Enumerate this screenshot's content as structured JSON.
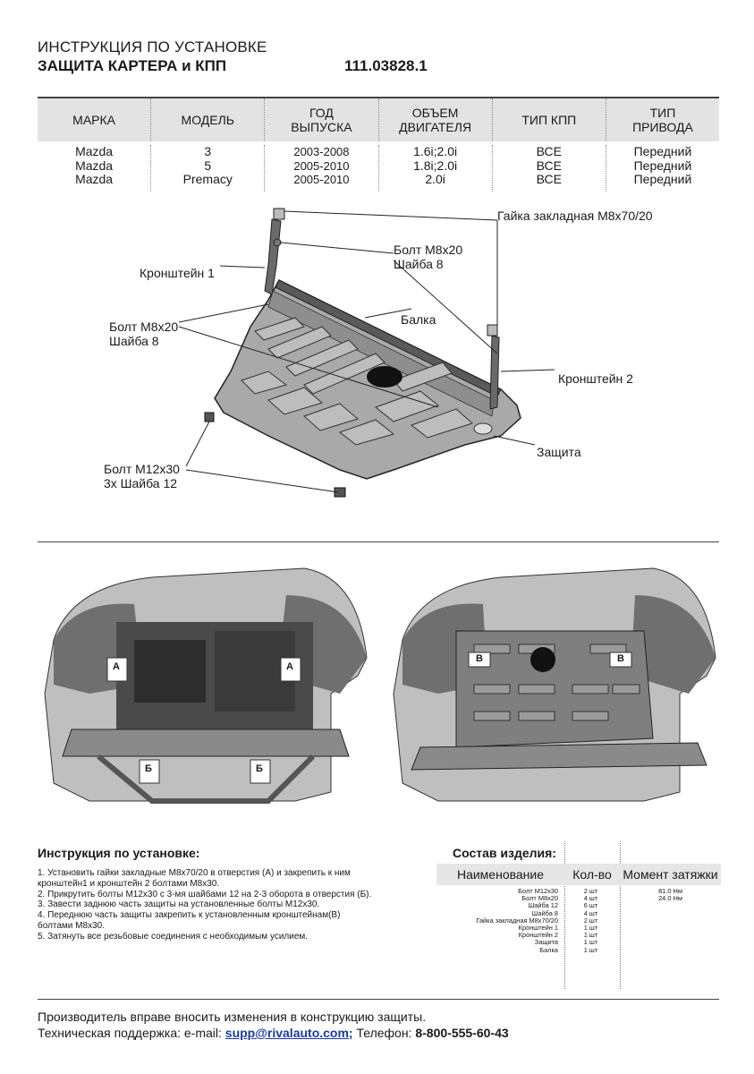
{
  "header": {
    "line1": "ИНСТРУКЦИЯ ПО УСТАНОВКЕ",
    "line2": "ЗАЩИТА КАРТЕРА и КПП",
    "part_number": "111.03828.1"
  },
  "spec_table": {
    "headers": [
      "МАРКА",
      "МОДЕЛЬ",
      "ГОД ВЫПУСКА",
      "ОБЪЕМ ДВИГАТЕЛЯ",
      "ТИП КПП",
      "ТИП ПРИВОДА"
    ],
    "headers_l1": [
      "МАРКА",
      "МОДЕЛЬ",
      "ГОД",
      "ОБЪЕМ",
      "ТИП КПП",
      "ТИП"
    ],
    "headers_l2": [
      "",
      "",
      "ВЫПУСКА",
      "ДВИГАТЕЛЯ",
      "",
      "ПРИВОДА"
    ],
    "rows": [
      [
        "Mazda",
        "3",
        "2003-2008",
        "1.6i;2.0i",
        "ВСЕ",
        "Передний"
      ],
      [
        "Mazda",
        "5",
        "2005-2010",
        "1.8i;2.0i",
        "ВСЕ",
        "Передний"
      ],
      [
        "Mazda",
        "Premacy",
        "2005-2010",
        "2.0i",
        "ВСЕ",
        "Передний"
      ]
    ]
  },
  "diagram_labels": {
    "nut": "Гайка закладная М8х70/20",
    "bolt_m8_a_1": "Болт М8х20",
    "bolt_m8_a_2": "Шайба 8",
    "bracket1": "Кронштейн 1",
    "bolt_m8_b_1": "Болт М8х20",
    "bolt_m8_b_2": "Шайба 8",
    "beam": "Балка",
    "bracket2": "Кронштейн 2",
    "guard": "Защита",
    "bolt_m12_1": "Болт М12х30",
    "bolt_m12_2": "3х Шайба 12"
  },
  "photo_marks": {
    "a": "А",
    "b": "Б",
    "v": "В"
  },
  "instructions": {
    "title": "Инструкция по установке:",
    "steps": [
      " 1. Установить гайки закладные М8х70/20 в отверстия (А) и закрепить к ним",
      "кронштейн1 и кронштейн 2 болтами М8х30.",
      " 2. Прикрутить болты М12х30 с 3-мя шайбами 12 на 2-3 оборота в отверстия (Б).",
      " 3. Завести заднюю часть защиты на установленные болты М12х30.",
      " 4. Переднюю часть защиты закрепить к установленным кронштейнам(В)",
      "болтами М8х30.",
      " 5. Затянуть все резьбовые соединения с необходимым усилием."
    ]
  },
  "composition": {
    "title": "Состав изделия:",
    "headers": [
      "Наименование",
      "Кол-во",
      "Момент затяжки"
    ],
    "names": [
      "Болт М12х30",
      "Болт М8х20",
      "Шайба 12",
      "Шайба 8",
      "Гайка закладная М8х70/20",
      "Кронштейн 1",
      "Кронштейн 2",
      "Защита",
      "Балка"
    ],
    "qty": [
      "2 шт",
      "4 шт",
      "6 шт",
      "4 шт",
      "2 шт",
      "1 шт",
      "1 шт",
      "1 шт",
      "1 шт"
    ],
    "torque": [
      "81.0 Нм",
      "24.0 Нм",
      "",
      "",
      "",
      "",
      "",
      "",
      ""
    ]
  },
  "footer": {
    "note": "Производитель вправе вносить изменения в конструкцию защиты.",
    "support_label": "Техническая поддержка:  e-mail: ",
    "email": "supp@rivalauto.com;",
    "phone_label": " Телефон: ",
    "phone": "8-800-555-60-43"
  }
}
